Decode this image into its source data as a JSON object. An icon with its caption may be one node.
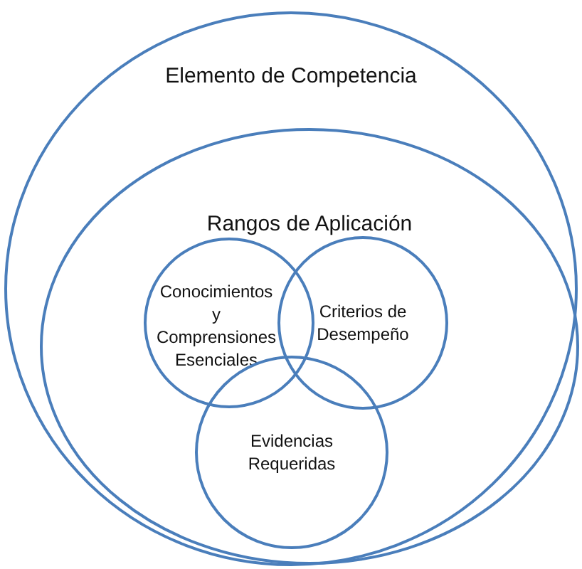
{
  "diagram": {
    "nodes": [
      {
        "text": [
          "Elemento de Competencia"
        ]
      },
      {
        "text": [
          "Rangos de Aplicación"
        ],
        "in": 0
      },
      {
        "text": [
          "Conocimientos y Comprensiones Esenciales"
        ],
        "in": 1
      },
      {
        "text": [
          "Criterios de Desempeño"
        ],
        "in": 1
      },
      {
        "text": [
          "Evidencias Requeridas"
        ],
        "in": 1
      }
    ]
  }
}
